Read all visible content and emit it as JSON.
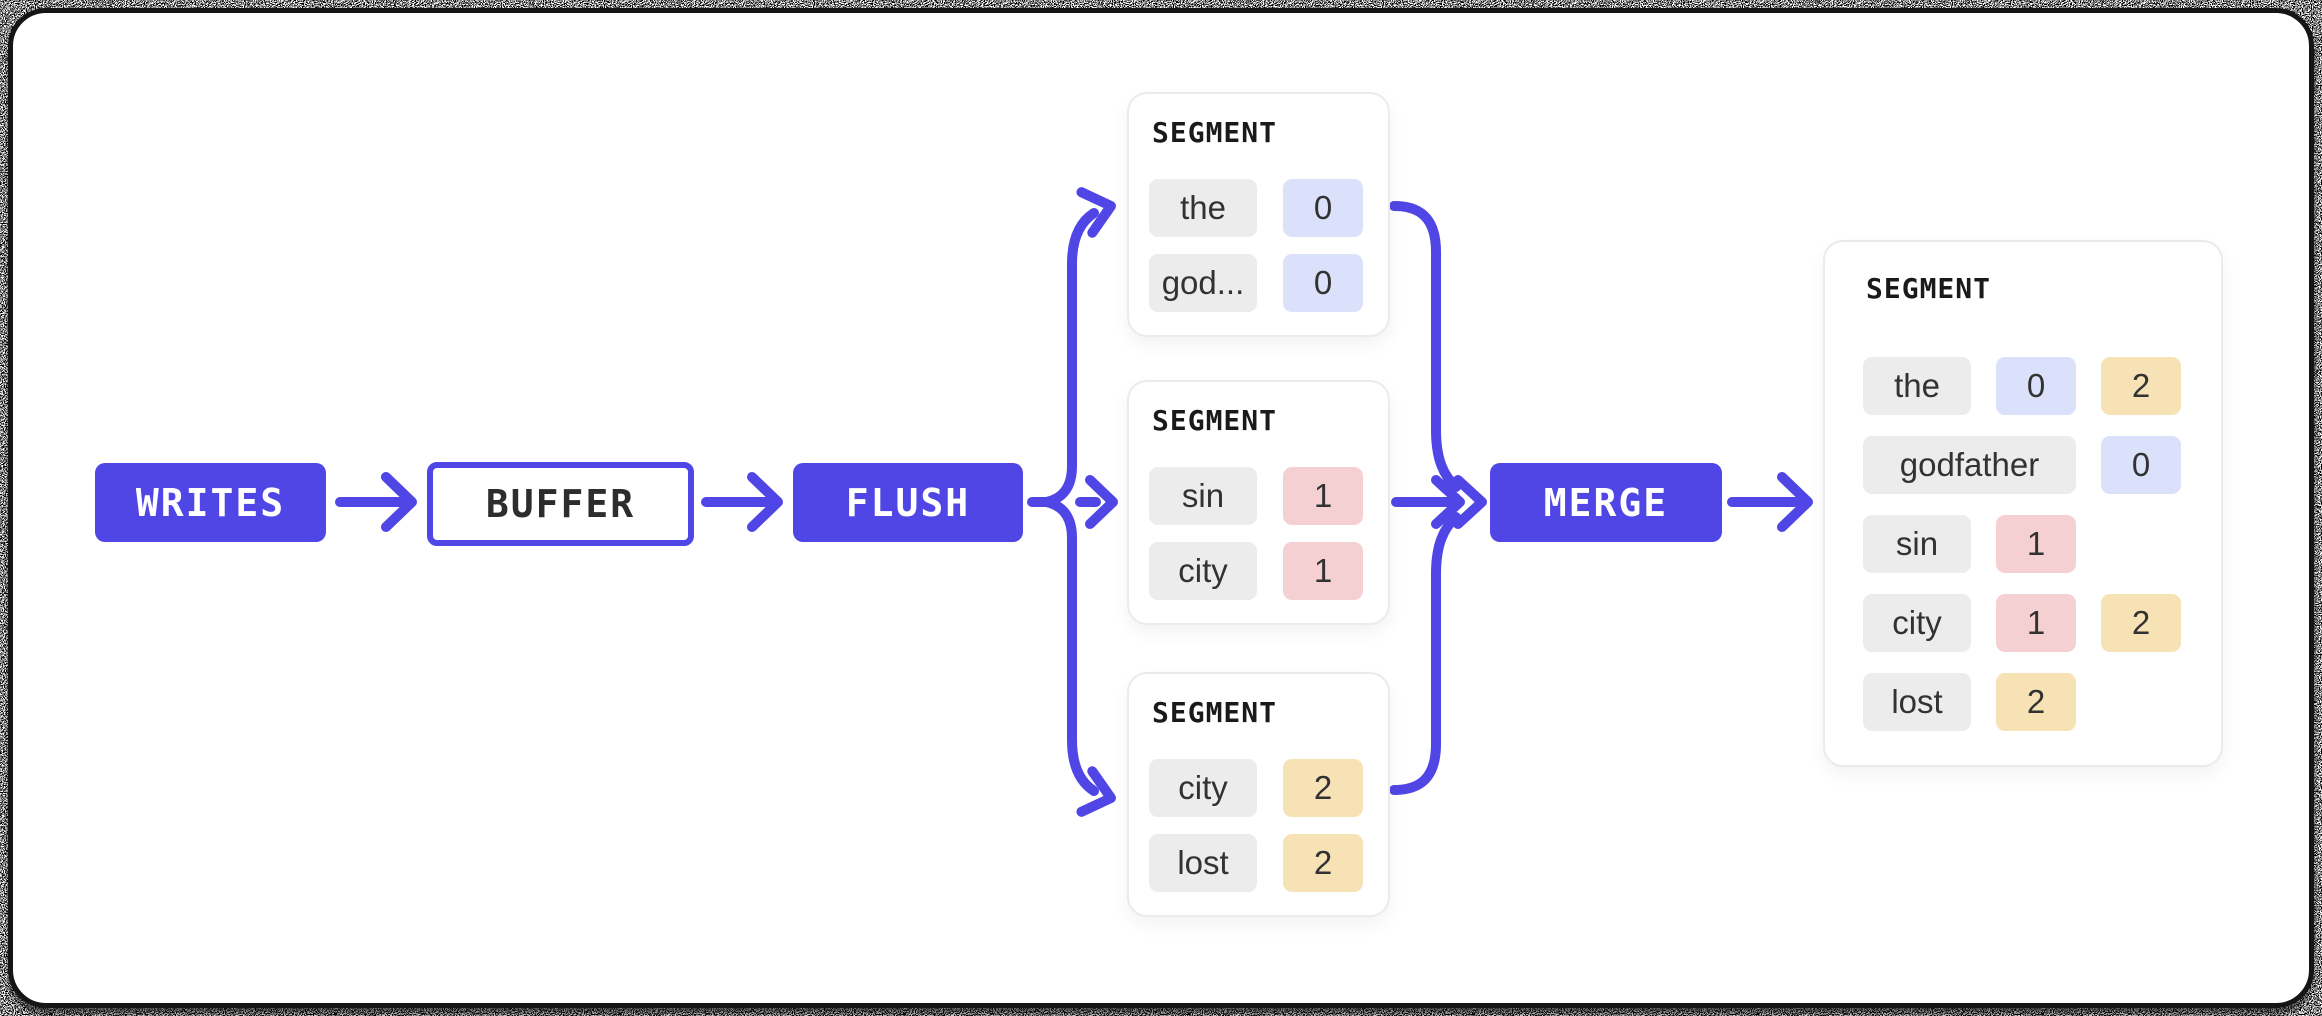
{
  "diagram": {
    "nodes": {
      "writes_label": "WRITES",
      "buffer_label": "BUFFER",
      "flush_label": "FLUSH",
      "merge_label": "MERGE"
    }
  },
  "segments": [
    {
      "title": "SEGMENT",
      "rows": [
        {
          "term": "the",
          "docs": [
            {
              "id": "0",
              "color": "blue"
            }
          ]
        },
        {
          "term": "god...",
          "docs": [
            {
              "id": "0",
              "color": "blue"
            }
          ]
        }
      ]
    },
    {
      "title": "SEGMENT",
      "rows": [
        {
          "term": "sin",
          "docs": [
            {
              "id": "1",
              "color": "pink"
            }
          ]
        },
        {
          "term": "city",
          "docs": [
            {
              "id": "1",
              "color": "pink"
            }
          ]
        }
      ]
    },
    {
      "title": "SEGMENT",
      "rows": [
        {
          "term": "city",
          "docs": [
            {
              "id": "2",
              "color": "yellow"
            }
          ]
        },
        {
          "term": "lost",
          "docs": [
            {
              "id": "2",
              "color": "yellow"
            }
          ]
        }
      ]
    }
  ],
  "merged_segment": {
    "title": "SEGMENT",
    "rows": [
      {
        "term": "the",
        "docs": [
          {
            "id": "0",
            "color": "blue"
          },
          {
            "id": "2",
            "color": "yellow"
          }
        ]
      },
      {
        "term": "godfather",
        "wide": true,
        "docs": [
          {
            "id": "0",
            "color": "blue"
          }
        ]
      },
      {
        "term": "sin",
        "docs": [
          {
            "id": "1",
            "color": "pink"
          }
        ]
      },
      {
        "term": "city",
        "docs": [
          {
            "id": "1",
            "color": "pink"
          },
          {
            "id": "2",
            "color": "yellow"
          }
        ]
      },
      {
        "term": "lost",
        "docs": [
          {
            "id": "2",
            "color": "yellow"
          }
        ]
      }
    ]
  },
  "colors": {
    "accent": "#5046E5",
    "term_chip": "#ECECEC",
    "doc_blue": "#DBE1FA",
    "doc_pink": "#F5D0D3",
    "doc_yellow": "#F7E2B5",
    "frame_border": "#151515"
  }
}
